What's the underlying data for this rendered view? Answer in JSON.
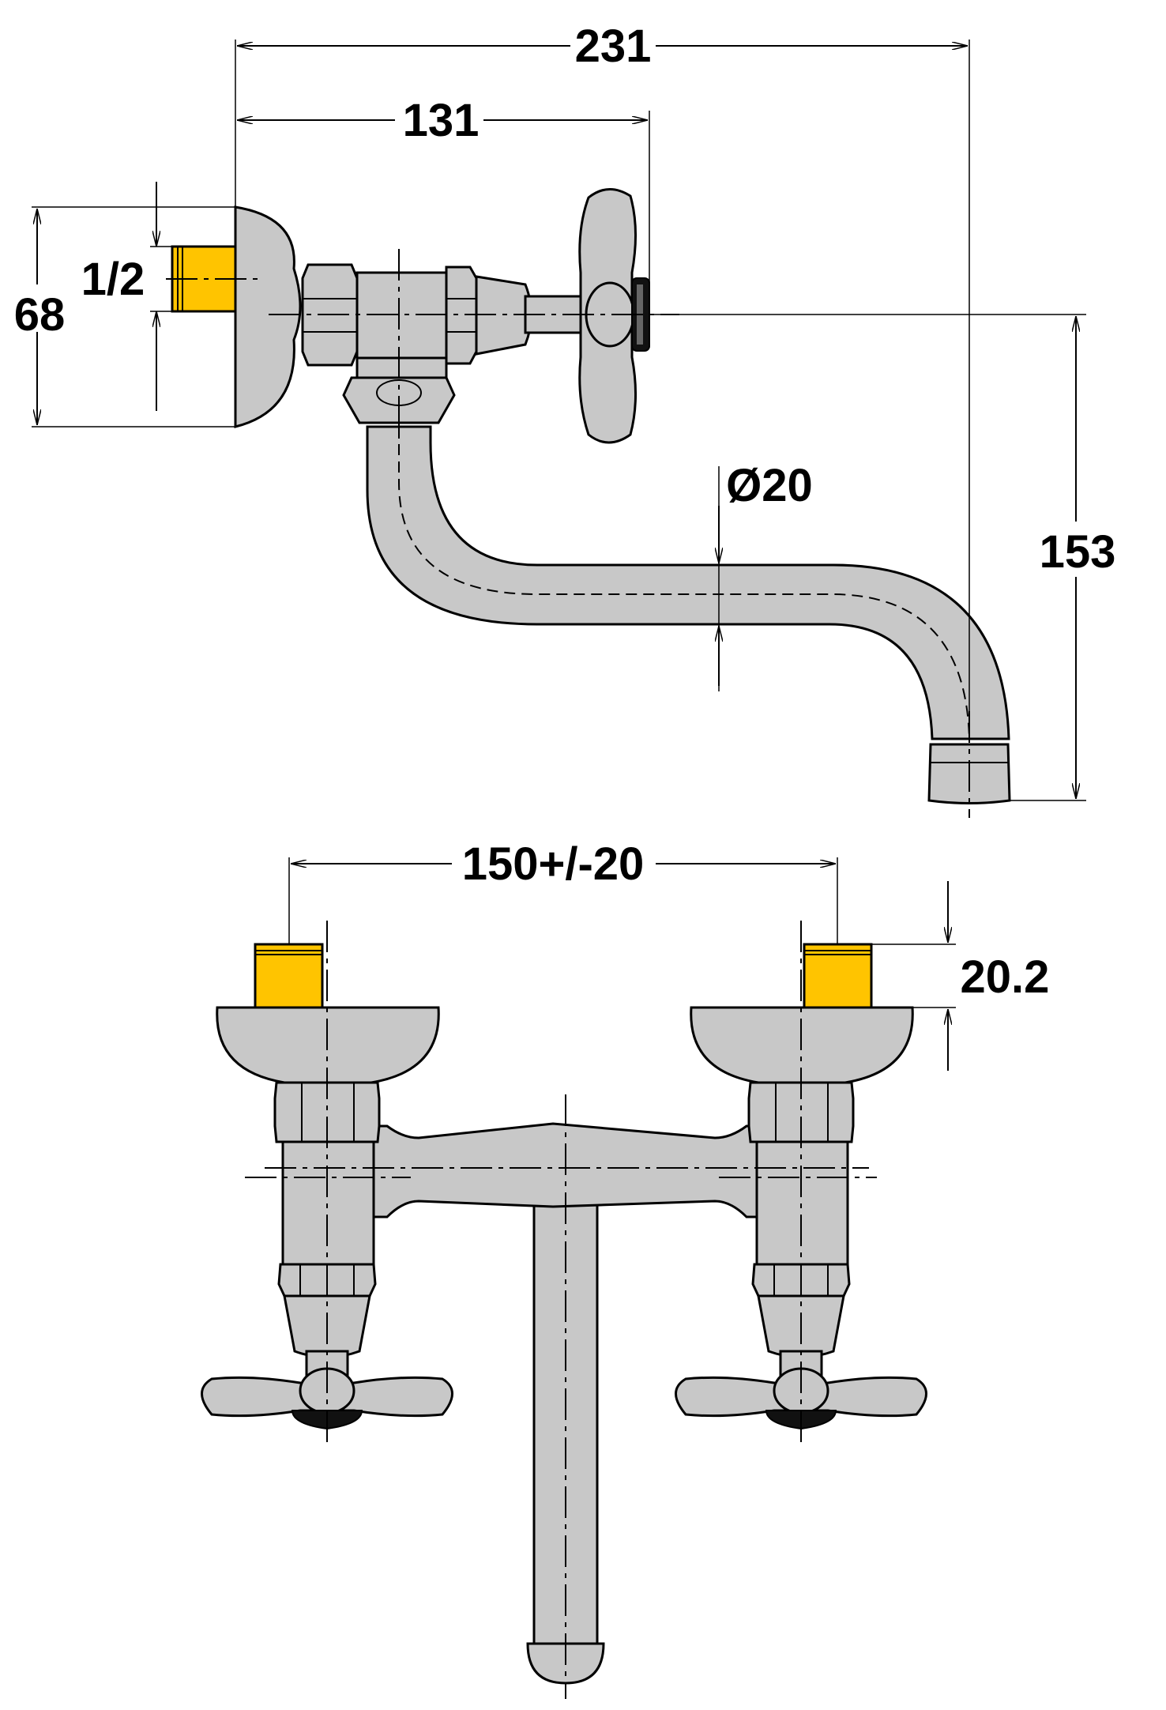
{
  "colors": {
    "body": "#c8c8c8",
    "brass": "#ffc400",
    "line": "#000000",
    "background": "#ffffff"
  },
  "dimensions": {
    "overall_width": "231",
    "handle_reach": "131",
    "thread_size": "1/2",
    "flange_diameter": "68",
    "spout_height": "153",
    "pipe_diameter": "Ø20",
    "inlet_spacing": "150+/-20",
    "inlet_length": "20.2"
  }
}
